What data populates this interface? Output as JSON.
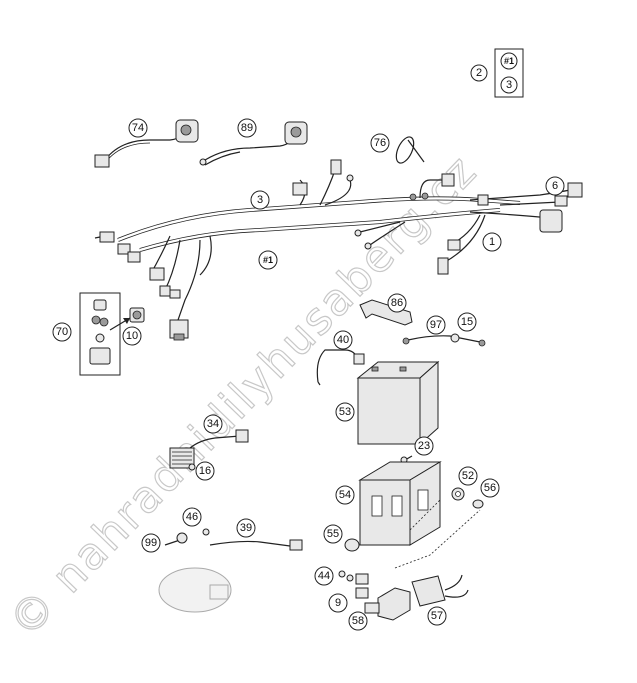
{
  "diagram": {
    "watermark": "© nahradnidilyhusaberg.cz",
    "legend_box": {
      "key": "2",
      "items": [
        "#1",
        "3"
      ]
    },
    "callouts": [
      {
        "id": "74",
        "text": "74"
      },
      {
        "id": "89",
        "text": "89"
      },
      {
        "id": "76",
        "text": "76"
      },
      {
        "id": "3",
        "text": "3"
      },
      {
        "id": "6",
        "text": "6"
      },
      {
        "id": "1",
        "text": "1"
      },
      {
        "id": "hash1",
        "text": "#1"
      },
      {
        "id": "86",
        "text": "86"
      },
      {
        "id": "97",
        "text": "97"
      },
      {
        "id": "15",
        "text": "15"
      },
      {
        "id": "70",
        "text": "70"
      },
      {
        "id": "10",
        "text": "10"
      },
      {
        "id": "40",
        "text": "40"
      },
      {
        "id": "53",
        "text": "53"
      },
      {
        "id": "34",
        "text": "34"
      },
      {
        "id": "16",
        "text": "16"
      },
      {
        "id": "23",
        "text": "23"
      },
      {
        "id": "52",
        "text": "52"
      },
      {
        "id": "56",
        "text": "56"
      },
      {
        "id": "54",
        "text": "54"
      },
      {
        "id": "46",
        "text": "46"
      },
      {
        "id": "39",
        "text": "39"
      },
      {
        "id": "99",
        "text": "99"
      },
      {
        "id": "55",
        "text": "55"
      },
      {
        "id": "44",
        "text": "44"
      },
      {
        "id": "9",
        "text": "9"
      },
      {
        "id": "58",
        "text": "58"
      },
      {
        "id": "57",
        "text": "57"
      }
    ]
  }
}
